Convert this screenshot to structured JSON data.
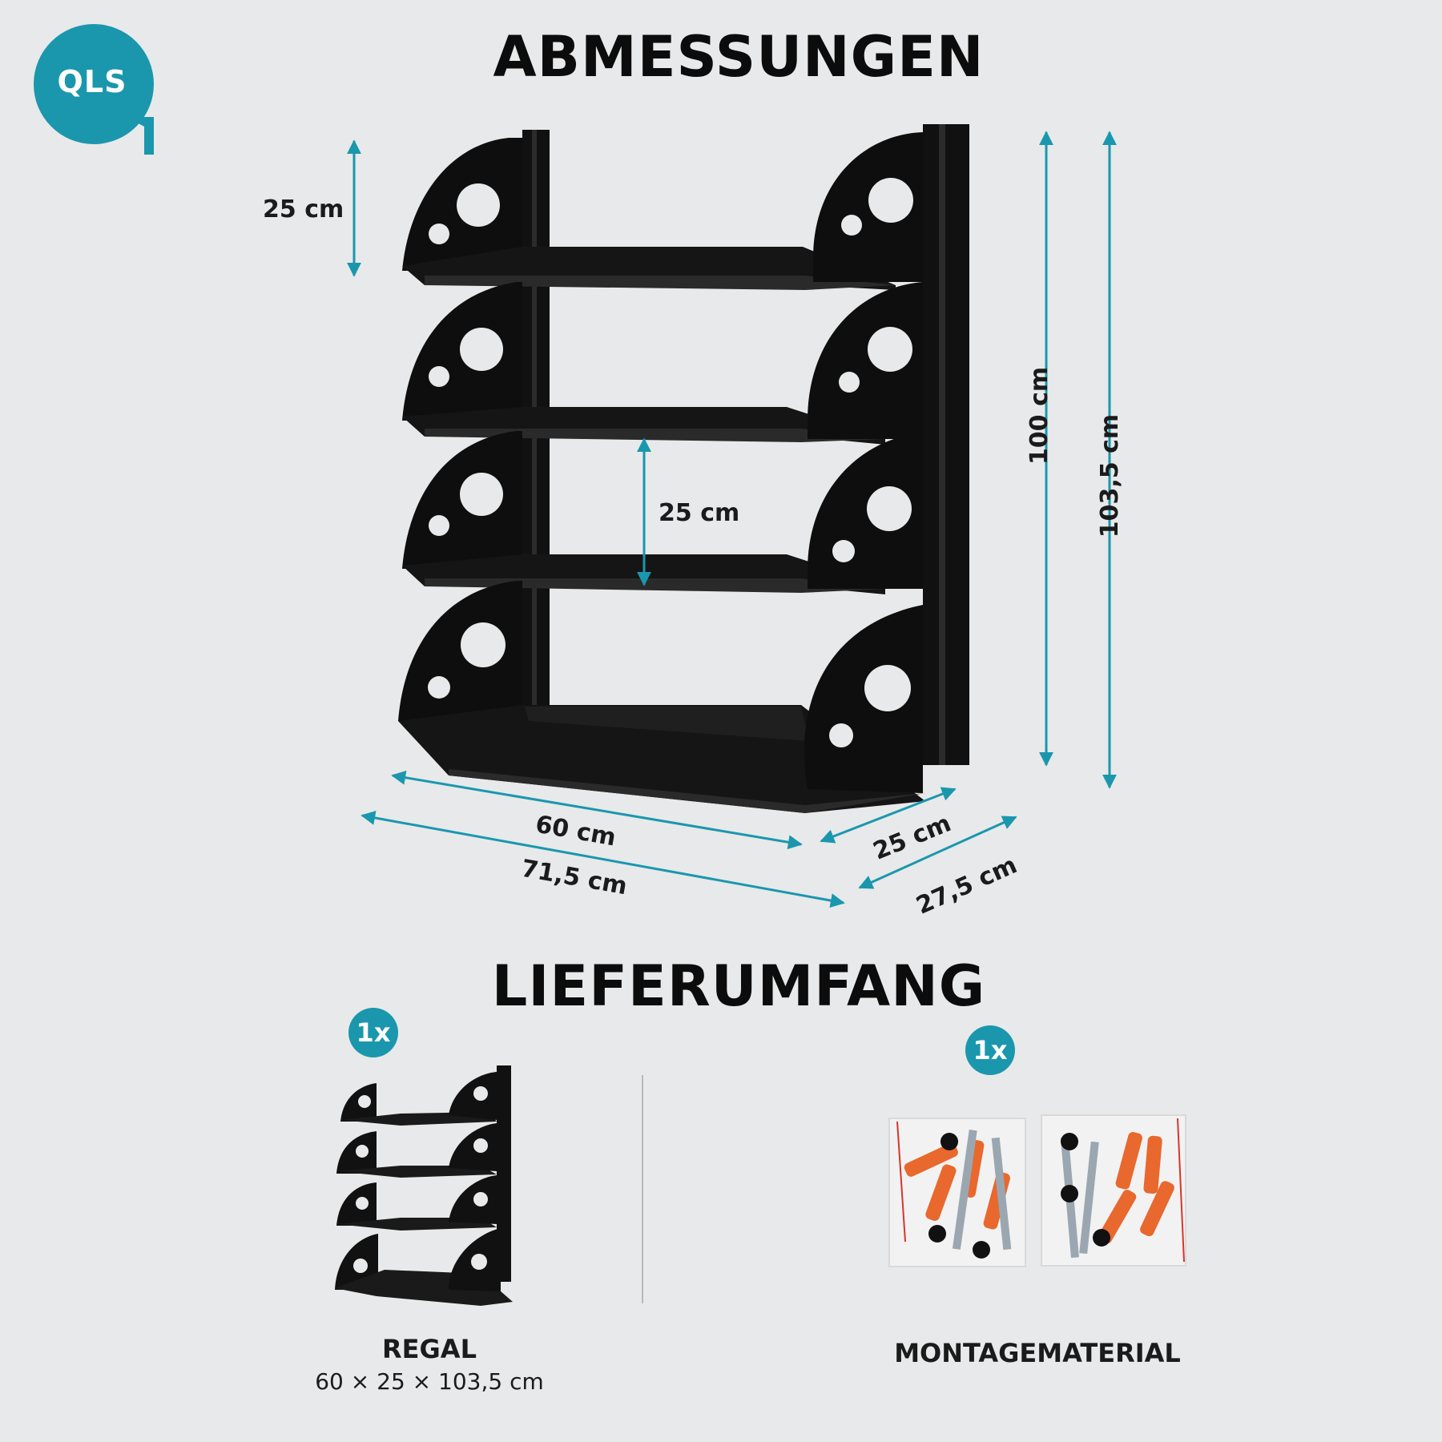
{
  "brand": {
    "logo_text": "QLS",
    "accent_color": "#1a97ad"
  },
  "sections": {
    "dimensions_title": "ABMESSUNGEN",
    "delivery_title": "LIEFERUMFANG"
  },
  "dimensions": {
    "top_spacing": "25 cm",
    "shelf_spacing": "25 cm",
    "height_inner": "100 cm",
    "height_total": "103,5 cm",
    "width_inner": "60 cm",
    "width_total": "71,5 cm",
    "depth_inner": "25 cm",
    "depth_total": "27,5 cm"
  },
  "delivery": {
    "items": [
      {
        "quantity": "1x",
        "name": "REGAL",
        "detail": "60 × 25 × 103,5 cm",
        "icon": "shelf-thumbnail"
      },
      {
        "quantity": "1x",
        "name": "MONTAGEMATERIAL",
        "icon": "hardware-bags"
      }
    ]
  }
}
